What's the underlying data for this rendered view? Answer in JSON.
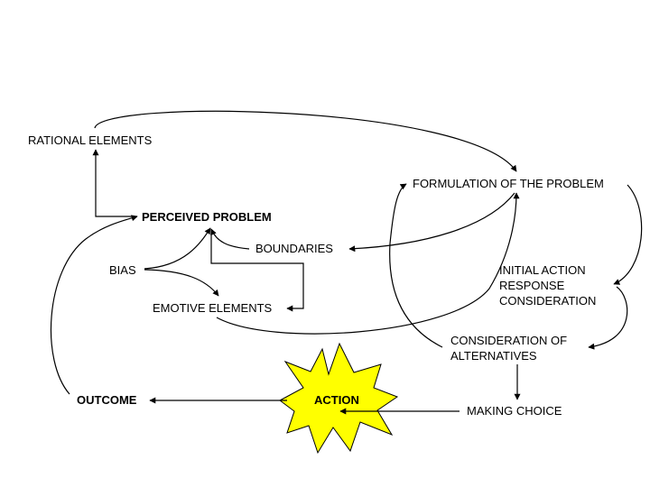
{
  "diagram": {
    "nodes": {
      "rational_elements": "RATIONAL ELEMENTS",
      "perceived_problem": "PERCEIVED PROBLEM",
      "boundaries": "BOUNDARIES",
      "bias": "BIAS",
      "emotive_elements": "EMOTIVE ELEMENTS",
      "formulation": "FORMULATION OF THE PROBLEM",
      "initial_action": "INITIAL ACTION\nRESPONSE\nCONSIDERATION",
      "consideration": "CONSIDERATION OF\nALTERNATIVES",
      "making_choice": "MAKING CHOICE",
      "action": "ACTION",
      "outcome": "OUTCOME"
    },
    "colors": {
      "action_fill": "#ffff00",
      "stroke": "#000000"
    }
  }
}
